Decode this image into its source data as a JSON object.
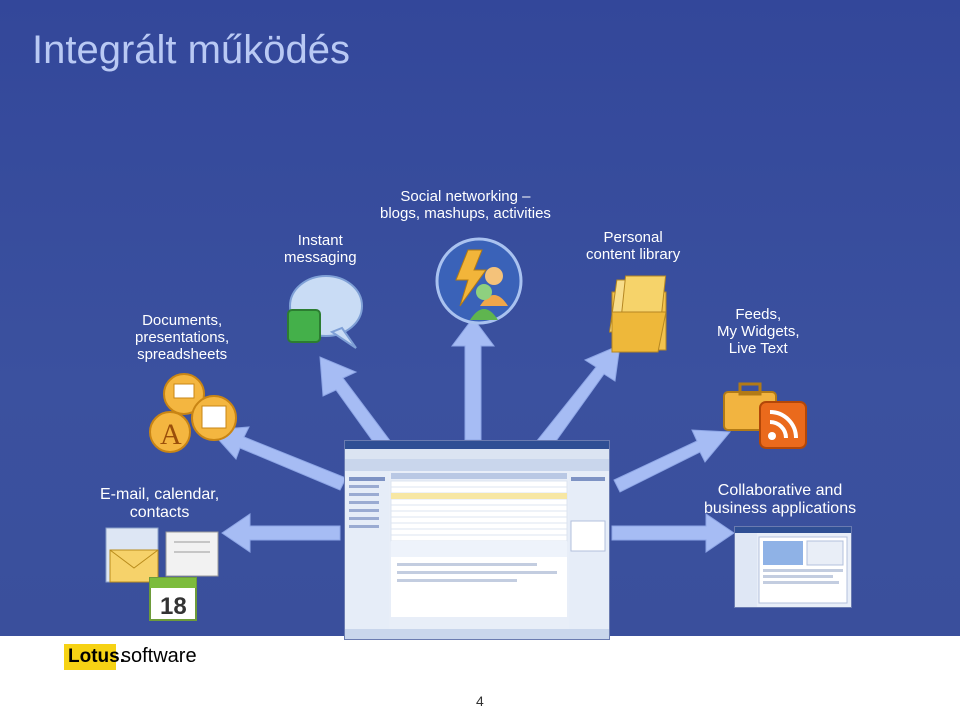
{
  "title": "Integrált működés",
  "labels": {
    "instant_messaging_1": "Instant",
    "instant_messaging_2": "messaging",
    "social_1": "Social networking –",
    "social_2": "blogs, mashups, activities",
    "personal_1": "Personal",
    "personal_2": "content library",
    "documents_1": "Documents,",
    "documents_2": "presentations,",
    "documents_3": "spreadsheets",
    "feeds_1": "Feeds,",
    "feeds_2": "My Widgets,",
    "feeds_3": "Live Text",
    "email_1": "E-mail, calendar,",
    "email_2": "contacts",
    "collab_1": "Collaborative and",
    "collab_2": "business applications"
  },
  "calendar_day": "18",
  "logo": {
    "brand": "Lotus.",
    "product": "software"
  },
  "page_number": "4",
  "colors": {
    "panel": "#3a4e9c",
    "arrow": "#9fb6f2",
    "title": "#b9c9f4",
    "logo_yellow": "#f6d214"
  }
}
